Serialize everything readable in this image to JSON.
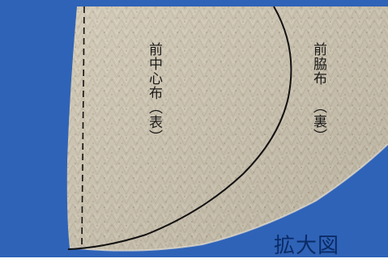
{
  "labels": {
    "front_center": "前中心布（表）",
    "side_front": "前脇布",
    "side_front_back": "（裏）"
  },
  "caption": "拡大図",
  "colors": {
    "background_blue": "#2f63b7",
    "fabric": "#cfc6b2",
    "fabric_dark": "#b9ae98",
    "stitch_line": "#111111"
  }
}
